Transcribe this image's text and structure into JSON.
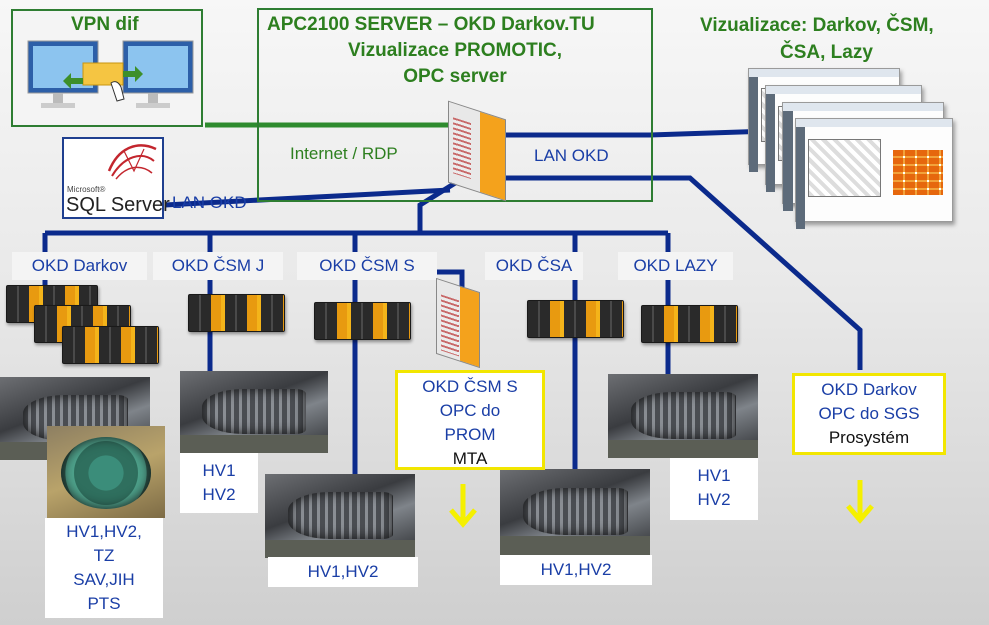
{
  "vpn": {
    "title": "VPN dif"
  },
  "server": {
    "title_line1": "APC2100 SERVER – OKD Darkov.TU",
    "title_line2": "Vizualizace PROMOTIC,",
    "title_line3": "OPC server"
  },
  "visualization": {
    "title_line1": "Vizualizace: Darkov, ČSM,",
    "title_line2": "ČSA, Lazy"
  },
  "links": {
    "internet": "Internet / RDP",
    "lan_right": "LAN OKD",
    "lan_left": "LAN OKD"
  },
  "sql": {
    "small": "Microsoft®",
    "big": "SQL Server"
  },
  "sites": [
    {
      "label": "OKD Darkov"
    },
    {
      "label": "OKD ČSM J"
    },
    {
      "label": "OKD ČSM  S"
    },
    {
      "label": "OKD ČSA"
    },
    {
      "label": "OKD LAZY"
    }
  ],
  "notes": {
    "csm_s": {
      "l1": "OKD ČSM S",
      "l2": "OPC do",
      "l3": "PROM",
      "l4": "MTA"
    },
    "darkov": {
      "l1": "OKD Darkov",
      "l2": "OPC do SGS",
      "l3": "Prosystém"
    }
  },
  "hv": {
    "darkov": {
      "l1": "HV1,HV2,",
      "l2": "TZ",
      "l3": "SAV,JIH",
      "l4": "PTS"
    },
    "csm_j": {
      "l1": "HV1",
      "l2": "HV2"
    },
    "csm_s": {
      "l1": "HV1,HV2"
    },
    "csa": {
      "l1": "HV1,HV2"
    },
    "lazy": {
      "l1": "HV1",
      "l2": "HV2"
    }
  },
  "colors": {
    "line_blue": "#0b2a8c",
    "line_green": "#2e8b2e",
    "text_blue": "#1a3ea6",
    "text_green": "#2d7f1f",
    "note_border": "#f2e600",
    "arrow_yellow": "#f5f000"
  },
  "icons": [
    "vpn-computers-icon",
    "sql-server-logo",
    "server-icon",
    "plc-module-icon",
    "down-arrow-icon"
  ]
}
